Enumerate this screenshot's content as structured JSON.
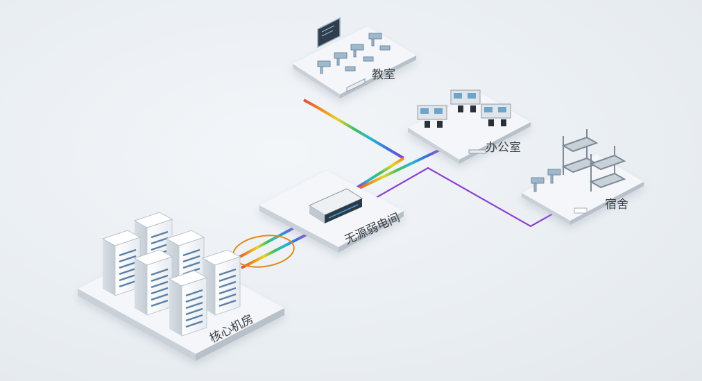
{
  "nodes": {
    "classroom": {
      "label": "教室"
    },
    "office": {
      "label": "办公室"
    },
    "dorm": {
      "label": "宿舍"
    },
    "passive_room": {
      "label": "无源弱电间"
    },
    "core_room": {
      "label": "核心机房"
    }
  },
  "colors": {
    "background": "#eaeff3",
    "platform_top": "#f4f6f9",
    "platform_side": "#c9d0d8",
    "server_body": "#f7f9fb",
    "server_accent": "#5a7fa6",
    "single_fiber": "#8a3fd1",
    "wdm_ring": "#e08a1c",
    "rainbow": [
      "#8a3fd1",
      "#3b6fe0",
      "#27b5d6",
      "#3fbf5a",
      "#e6d22a",
      "#f08a1f",
      "#e34a3a"
    ]
  }
}
